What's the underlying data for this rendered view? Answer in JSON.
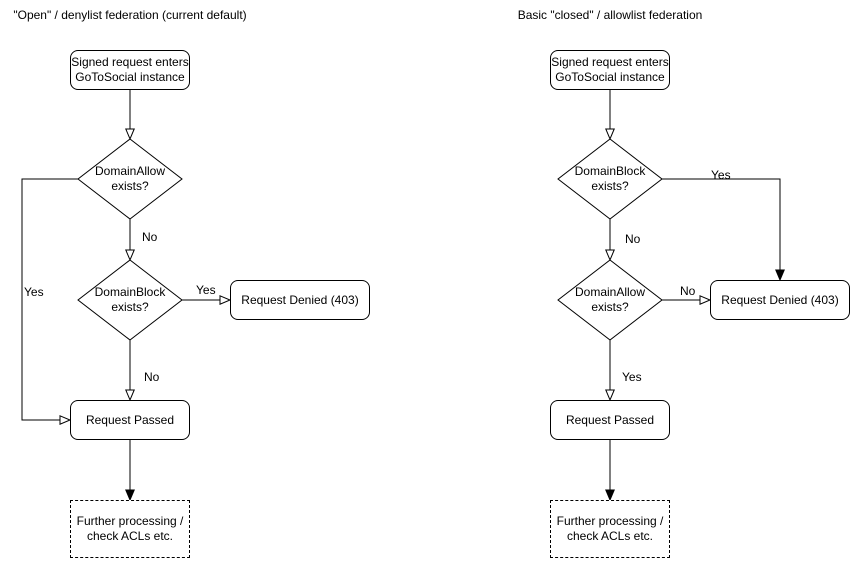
{
  "charts": [
    {
      "title": "\"Open\" / denylist federation (current default)",
      "nodes": {
        "start": "Signed request enters\nGoToSocial instance",
        "decision1": "DomainAllow\nexists?",
        "decision2": "DomainBlock\nexists?",
        "denied": "Request Denied (403)",
        "passed": "Request Passed",
        "further": "Further processing /\ncheck ACLs etc."
      },
      "edge_labels": {
        "decision1_yes": "Yes",
        "decision1_no": "No",
        "decision2_yes": "Yes",
        "decision2_no": "No"
      }
    },
    {
      "title": "Basic \"closed\" / allowlist federation",
      "nodes": {
        "start": "Signed request enters\nGoToSocial instance",
        "decision1": "DomainBlock\nexists?",
        "decision2": "DomainAllow\nexists?",
        "denied": "Request Denied (403)",
        "passed": "Request Passed",
        "further": "Further processing /\ncheck ACLs etc."
      },
      "edge_labels": {
        "decision1_yes": "Yes",
        "decision1_no": "No",
        "decision2_no": "No",
        "decision2_yes": "Yes"
      }
    }
  ],
  "colors": {
    "stroke": "#000000",
    "fill": "#ffffff",
    "text": "#000000"
  }
}
